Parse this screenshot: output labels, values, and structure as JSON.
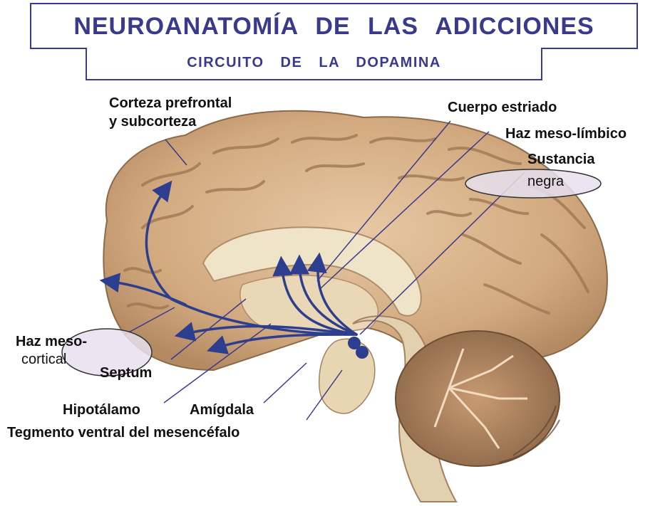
{
  "header": {
    "title": "NEUROANATOMÍA DE LAS ADICCIONES",
    "subtitle": "CIRCUITO DE LA DOPAMINA"
  },
  "labels": {
    "corteza_line1": "Corteza prefrontal",
    "corteza_line2": "y subcorteza",
    "cuerpo_estriado": "Cuerpo estriado",
    "haz_meso_limbico": "Haz meso-límbico",
    "sustancia": "Sustancia",
    "negra": "negra",
    "haz_meso_cortical_1": "Haz meso-",
    "haz_meso_cortical_2": "cortical",
    "septum": "Septum",
    "hipotalamo": "Hipotálamo",
    "amigdala": "Amígdala",
    "tegmento": "Tegmento ventral del mesencéfalo"
  },
  "colors": {
    "accent": "#3a3a8c",
    "pathway": "#2d3e8f",
    "brain": "#d8b48e",
    "brain_dark": "#a9805a",
    "inner": "#efe3c8"
  }
}
